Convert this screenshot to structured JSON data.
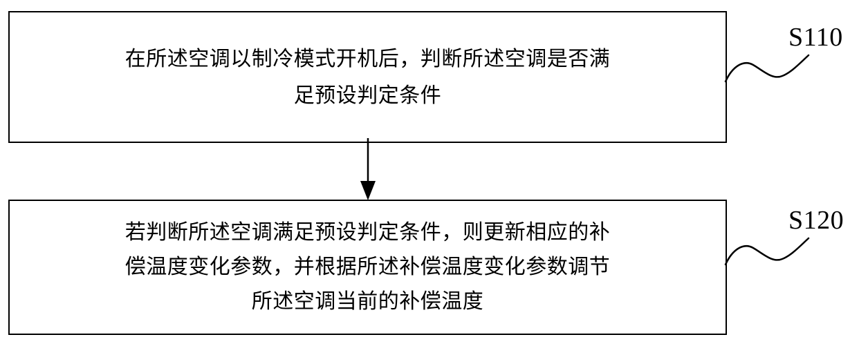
{
  "diagram": {
    "type": "flowchart",
    "orientation": "vertical",
    "background_color": "#ffffff",
    "line_color": "#000000",
    "nodes": [
      {
        "id": "S110",
        "step_label": "S110",
        "shape": "rectangle",
        "lines": [
          "在所述空调以制冷模式开机后，判断所述空调是否满",
          "足预设判定条件"
        ],
        "full_text": "在所述空调以制冷模式开机后，判断所述空调是否满足预设判定条件"
      },
      {
        "id": "S120",
        "step_label": "S120",
        "shape": "rectangle",
        "lines": [
          "若判断所述空调满足预设判定条件，则更新相应的补",
          "偿温度变化参数，并根据所述补偿温度变化参数调节",
          "所述空调当前的补偿温度"
        ],
        "full_text": "若判断所述空调满足预设判定条件，则更新相应的补偿温度变化参数，并根据所述补偿温度变化参数调节所述空调当前的补偿温度"
      }
    ],
    "connectors": [
      {
        "id": "arrow-s110-to-s120",
        "from": "S110",
        "to": "S120",
        "style": "solid-line-with-filled-arrowhead",
        "direction": "down"
      }
    ],
    "leaders": [
      {
        "id": "leader-s110",
        "target": "S110",
        "style": "s-curve"
      },
      {
        "id": "leader-s120",
        "target": "S120",
        "style": "s-curve"
      }
    ]
  }
}
